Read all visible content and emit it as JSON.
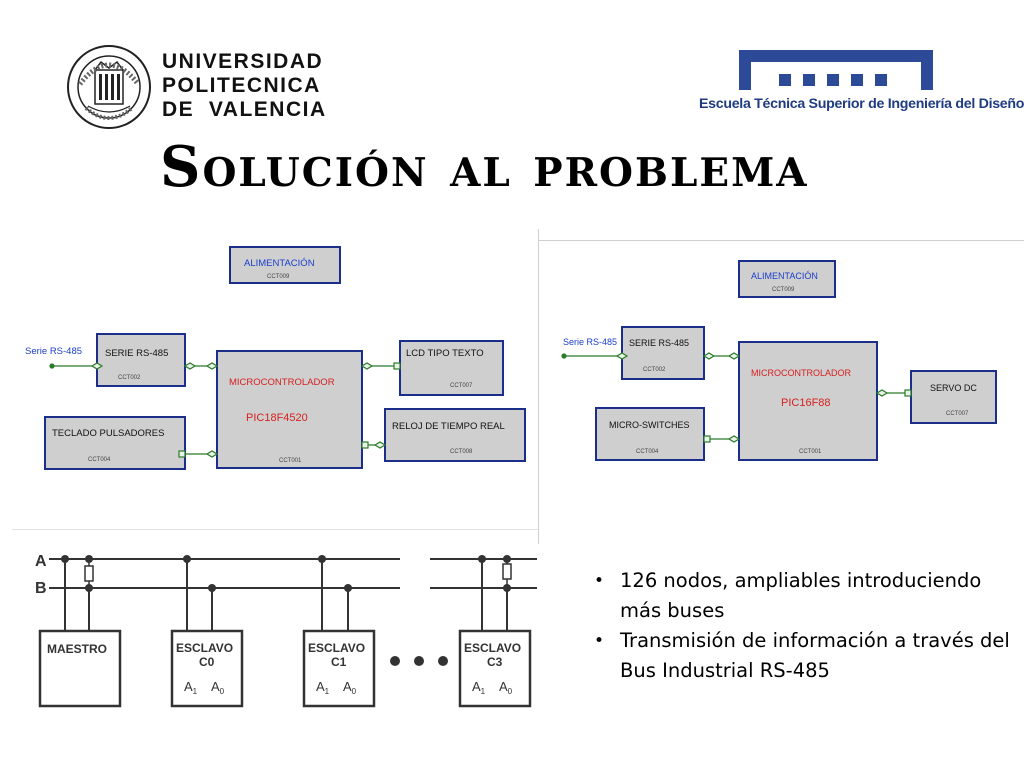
{
  "header": {
    "university_logo_text": "UNIVERSIDAD\nPOLITECNICA\nDE  VALENCIA",
    "school_logo_text": "Escuela Técnica Superior de Ingeniería del Diseño",
    "seal_text": "UNIVERSIDAD POLITECNICA · VALENCIA",
    "title": "Solución al problema"
  },
  "diagram_left": {
    "power": {
      "title": "ALIMENTACIÓN",
      "code": "CCT009"
    },
    "serial": {
      "title": "SERIE RS-485",
      "code": "CCT002"
    },
    "mcu": {
      "title": "MICROCONTROLADOR",
      "chip": "PIC18F4520",
      "code": "CCT001"
    },
    "lcd": {
      "title": "LCD TIPO TEXTO",
      "code": "CCT007"
    },
    "keypad": {
      "title": "TECLADO PULSADORES",
      "code": "CCT004"
    },
    "rtc": {
      "title": "RELOJ DE TIEMPO REAL",
      "code": "CCT008"
    },
    "port_label": "Serie RS-485"
  },
  "diagram_right": {
    "power": {
      "title": "ALIMENTACIÓN",
      "code": "CCT009"
    },
    "serial": {
      "title": "SERIE RS-485",
      "code": "CCT002"
    },
    "mcu": {
      "title": "MICROCONTROLADOR",
      "chip": "PIC16F88",
      "code": "CCT001"
    },
    "servo": {
      "title": "SERVO DC",
      "code": "CCT007"
    },
    "switches": {
      "title": "MICRO-SWITCHES",
      "code": "CCT004"
    },
    "port_label": "Serie RS-485"
  },
  "bus": {
    "line_a": "A",
    "line_b": "B",
    "master": "MAESTRO",
    "slave_label": "ESCLAVO",
    "slaves": [
      "C0",
      "C1",
      "C3"
    ],
    "addr_a1": "A",
    "addr_a1_sub": "1",
    "addr_a0": "A",
    "addr_a0_sub": "0"
  },
  "bullets": [
    "126 nodos, ampliables introduciendo más buses",
    "Transmisión de información a través del Bus Industrial RS-485"
  ]
}
